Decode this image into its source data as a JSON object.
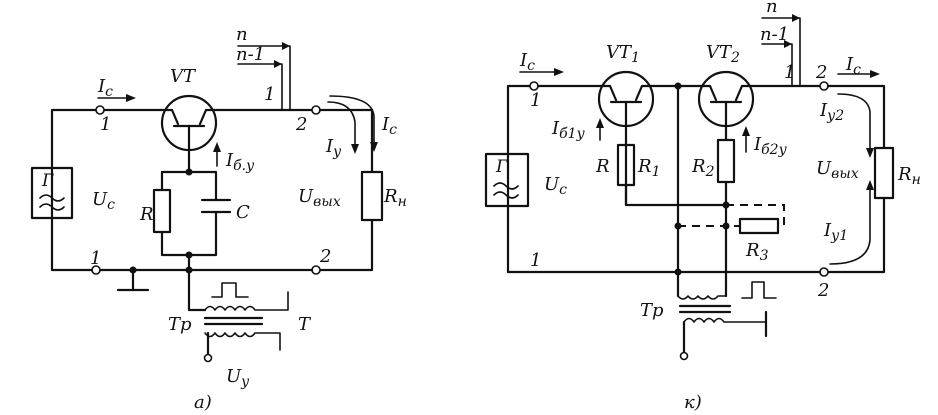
{
  "figure_a": {
    "caption": "а)",
    "transistor": "VT",
    "input_current": "I",
    "input_current_sub": "с",
    "node_1_top": "1",
    "node_1_bottom": "1",
    "node_2_top": "2",
    "node_2_bottom": "2",
    "n": "n",
    "n_minus_1": "n-1",
    "line_1": "1",
    "generator": "Г",
    "source_voltage": "U",
    "source_voltage_sub": "с",
    "resistor": "R",
    "capacitor": "C",
    "base_current": "I",
    "base_current_sub": "б.у",
    "control_current": "I",
    "control_current_sub": "у",
    "load_current": "I",
    "load_current_sub": "с",
    "output_voltage": "U",
    "output_voltage_sub": "вых",
    "load": "R",
    "load_sub": "н",
    "transformer": "Тр",
    "period": "Т",
    "control_voltage": "U",
    "control_voltage_sub": "у"
  },
  "figure_b": {
    "caption": "к)",
    "transistor_1": "VT",
    "transistor_1_sub": "1",
    "transistor_2": "VT",
    "transistor_2_sub": "2",
    "input_current": "I",
    "input_current_sub": "с",
    "node_1_top": "1",
    "node_1_bottom": "1",
    "node_2_top": "2",
    "node_2_bottom": "2",
    "n": "n",
    "n_minus_1": "n-1",
    "line_1": "1",
    "generator": "Г",
    "source_voltage": "U",
    "source_voltage_sub": "с",
    "base_current_1": "I",
    "base_current_1_sub": "б1у",
    "base_current_2": "I",
    "base_current_2_sub": "б2у",
    "resistor": "R",
    "resistor_1": "R",
    "resistor_1_sub": "1",
    "resistor_2": "R",
    "resistor_2_sub": "2",
    "resistor_3": "R",
    "resistor_3_sub": "3",
    "output_current": "I",
    "output_current_sub": "с",
    "control_current_2": "I",
    "control_current_2_sub": "у2",
    "control_current_1": "I",
    "control_current_1_sub": "у1",
    "output_voltage": "U",
    "output_voltage_sub": "вых",
    "load": "R",
    "load_sub": "н",
    "transformer": "Тр"
  }
}
